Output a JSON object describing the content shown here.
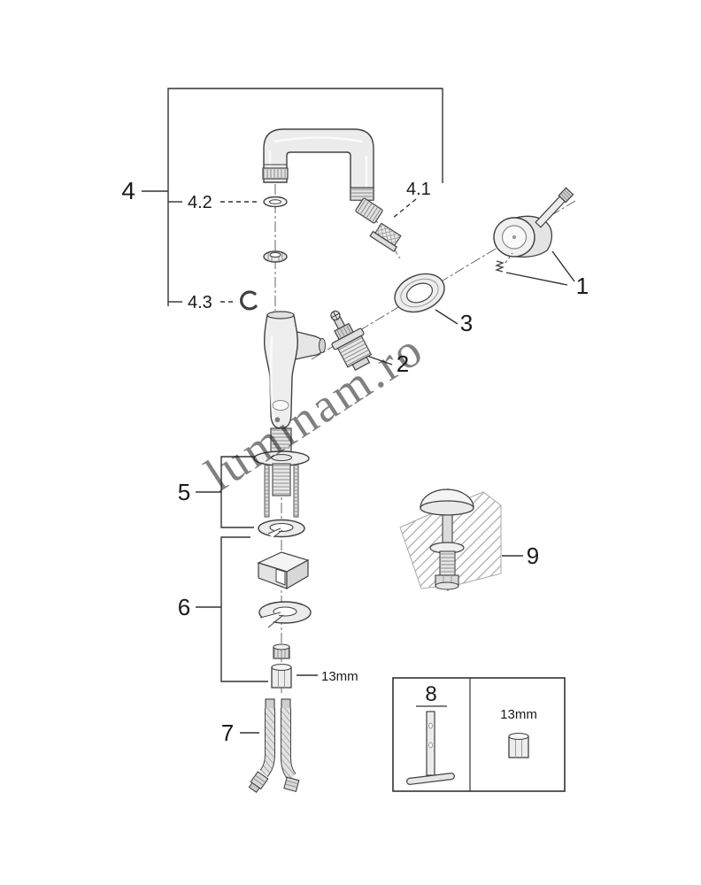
{
  "diagram": {
    "watermark": "luminam.ro",
    "labels": {
      "part1": "1",
      "part2": "2",
      "part3": "3",
      "part4": "4",
      "part4_1": "4.1",
      "part4_2": "4.2",
      "part4_3": "4.3",
      "part5": "5",
      "part6": "6",
      "part7": "7",
      "part8": "8",
      "part9": "9",
      "size_callout": "13mm",
      "box_size_label": "13mm"
    }
  }
}
